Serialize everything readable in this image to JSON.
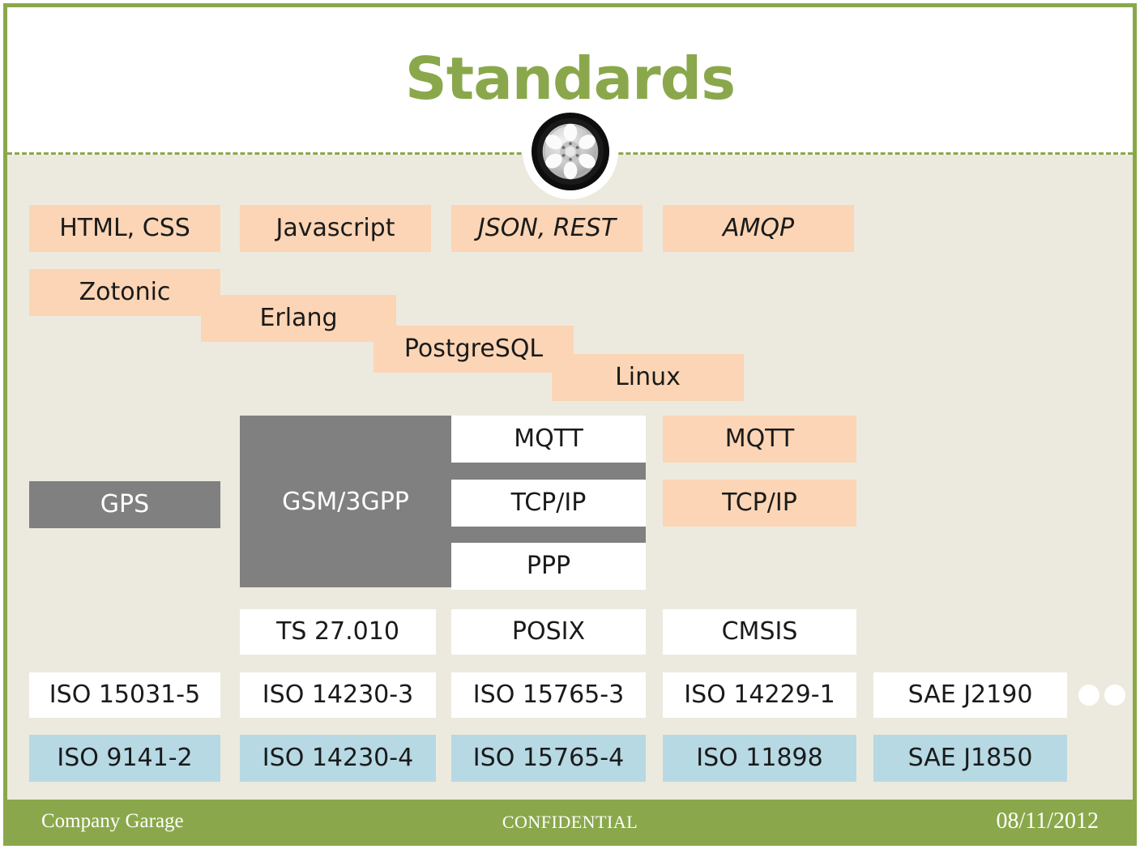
{
  "slide": {
    "title": "Standards",
    "accent_green": "#8aa84b",
    "body_background": "#eceade",
    "peach": "#fbd5b5",
    "blue": "#b6d9e4",
    "gray": "#808080",
    "wheel_icon": "car-wheel-icon"
  },
  "rows": {
    "web_layer": [
      {
        "label": "HTML, CSS",
        "style": "peach",
        "italic": false
      },
      {
        "label": "Javascript",
        "style": "peach",
        "italic": false
      },
      {
        "label": "JSON, REST",
        "style": "peach",
        "italic": true
      },
      {
        "label": "AMQP",
        "style": "peach",
        "italic": true
      }
    ],
    "stack_stairs": [
      {
        "label": "Zotonic",
        "style": "peach"
      },
      {
        "label": "Erlang",
        "style": "peach"
      },
      {
        "label": "PostgreSQL",
        "style": "peach"
      },
      {
        "label": "Linux",
        "style": "peach"
      }
    ],
    "radio_layer": {
      "gps": {
        "label": "GPS",
        "style": "gray"
      },
      "gsm": {
        "label": "GSM/3GPP",
        "style": "gray"
      },
      "protocol_stack": [
        {
          "label": "MQTT",
          "style": "white"
        },
        {
          "label": "TCP/IP",
          "style": "white"
        },
        {
          "label": "PPP",
          "style": "white"
        }
      ],
      "right_column": [
        {
          "label": "MQTT",
          "style": "peach"
        },
        {
          "label": "TCP/IP",
          "style": "peach"
        }
      ]
    },
    "os_layer": [
      {
        "label": "TS 27.010",
        "style": "white"
      },
      {
        "label": "POSIX",
        "style": "white"
      },
      {
        "label": "CMSIS",
        "style": "white"
      }
    ],
    "iso_upper": [
      {
        "label": "ISO 15031-5",
        "style": "white"
      },
      {
        "label": "ISO 14230-3",
        "style": "white"
      },
      {
        "label": "ISO 15765-3",
        "style": "white"
      },
      {
        "label": "ISO 14229-1",
        "style": "white"
      },
      {
        "label": "SAE J2190",
        "style": "white"
      }
    ],
    "iso_lower": [
      {
        "label": "ISO 9141-2",
        "style": "blue"
      },
      {
        "label": "ISO 14230-4",
        "style": "blue"
      },
      {
        "label": "ISO 15765-4",
        "style": "blue"
      },
      {
        "label": "ISO 11898",
        "style": "blue"
      },
      {
        "label": "SAE J1850",
        "style": "blue"
      }
    ]
  },
  "footer": {
    "left": "Company Garage",
    "center": "CONFIDENTIAL",
    "right": "08/11/2012"
  }
}
